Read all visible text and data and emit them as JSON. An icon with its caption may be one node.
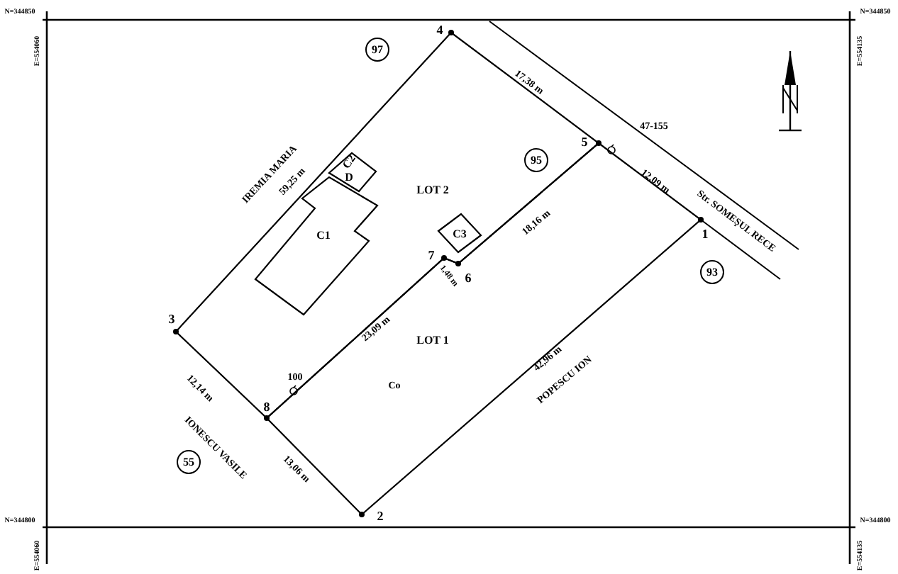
{
  "diagram": {
    "nodes": [
      {
        "text": [
          "97"
        ]
      },
      {
        "text": [
          "LOT 2"
        ]
      },
      {
        "text": [
          "C2",
          "D"
        ],
        "in": 1
      },
      {
        "text": [
          "C1"
        ],
        "in": 1
      },
      {
        "text": [
          "C3"
        ],
        "in": 1
      },
      {
        "text": [
          "95"
        ],
        "in": 1
      },
      {
        "text": [
          "93"
        ]
      },
      {
        "text": [
          "LOT 1"
        ]
      },
      {
        "text": [
          "55"
        ]
      }
    ],
    "labels": [
      "N=344850",
      "E=554060",
      "N=344850",
      "E=554135",
      "4",
      "17,38 m",
      "47-155",
      "5",
      "12,09 m",
      "IREMIA MARIA",
      "59,25 m",
      "Str. SOMEŞUL RECE",
      "18,16 m",
      "1",
      "7",
      "1,48 m",
      "6",
      "3",
      "23,09 m",
      "100",
      "Co",
      "12,14 m",
      "8",
      "42,96 m",
      "POPESCU ION",
      "IONESCU VASILE",
      "13,06 m",
      "2",
      "N=344800",
      "E=554060",
      "N=344800",
      "E=554135"
    ]
  }
}
